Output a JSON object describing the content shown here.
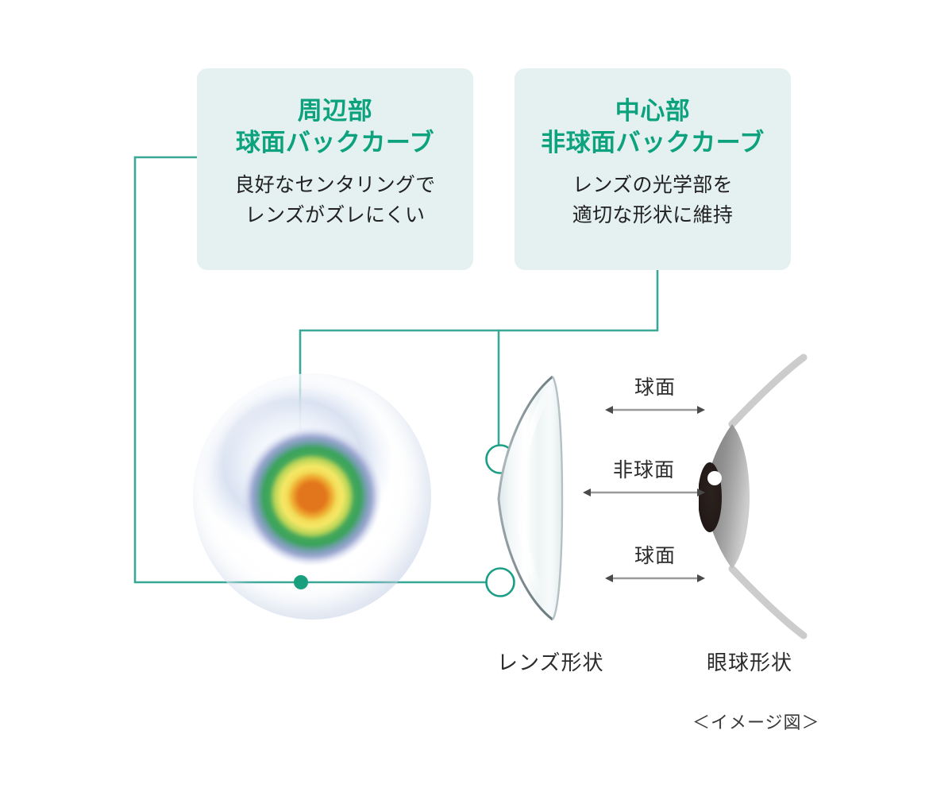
{
  "cards": [
    {
      "id": "peripheral",
      "title_line1": "周辺部",
      "title_line2": "球面バックカーブ",
      "body_line1": "良好なセンタリングで",
      "body_line2": "レンズがズレにくい"
    },
    {
      "id": "central",
      "title_line1": "中心部",
      "title_line2": "非球面バックカーブ",
      "body_line1": "レンズの光学部を",
      "body_line2": "適切な形状に維持"
    }
  ],
  "zone_labels": {
    "top": "球面",
    "middle": "非球面",
    "bottom": "球面"
  },
  "captions": {
    "lens_shape": "レンズ形状",
    "eye_shape": "眼球形状",
    "image_note": "＜イメージ図＞"
  },
  "colors": {
    "card_background": "#e4f1f0",
    "heading_teal": "#0ba27d",
    "connector_line": "#3aa896",
    "body_text": "#222222",
    "arrow_gray": "#9a9a9a",
    "topo_center_orange": "#e2761c",
    "topo_yellow": "#f5e866",
    "topo_green": "#3aa35c",
    "topo_blue": "#9aa6cf",
    "marker_dot_green": "#18a07e",
    "eye_dark": "#3a3a3a",
    "eye_mid_gray": "#8c8c8c",
    "eye_light_gray": "#c9c9c9"
  },
  "icons": {
    "marker_top": "circle-marker-icon",
    "marker_bottom": "circle-marker-icon",
    "center_dot": "dot-marker-icon",
    "arrow_double": "double-arrow-icon"
  }
}
